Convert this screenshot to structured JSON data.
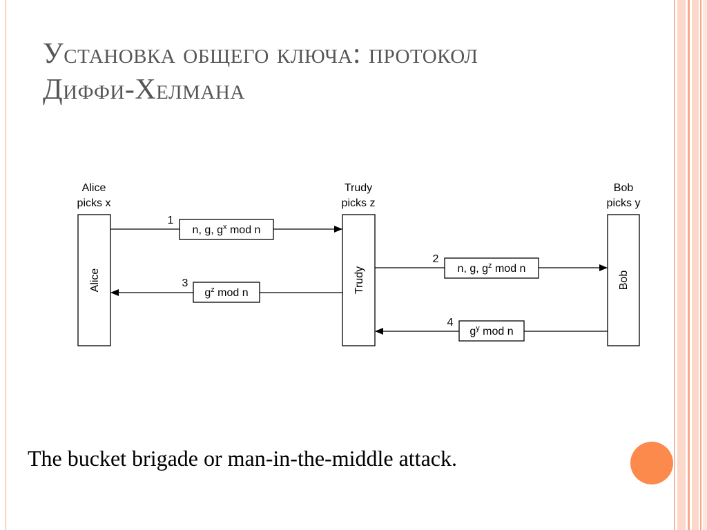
{
  "title": {
    "line1": "Установка общего ключа: протокол",
    "line2": "Диффи-Хелмана"
  },
  "caption": "The bucket brigade or man-in-the-middle attack.",
  "colors": {
    "accent": "#fb8a4c",
    "border": "#f2a58a",
    "title": "#555555"
  },
  "diagram": {
    "alice": {
      "header1": "Alice",
      "header2": "picks x",
      "box": "Alice"
    },
    "trudy": {
      "header1": "Trudy",
      "header2": "picks z",
      "box": "Trudy"
    },
    "bob": {
      "header1": "Bob",
      "header2": "picks y",
      "box": "Bob"
    },
    "messages": [
      {
        "num": "1",
        "pre": "n, g, g",
        "sup": "x",
        "post": " mod n"
      },
      {
        "num": "2",
        "pre": "n, g, g",
        "sup": "z",
        "post": " mod n"
      },
      {
        "num": "3",
        "pre": "g",
        "sup": "z",
        "post": " mod n"
      },
      {
        "num": "4",
        "pre": "g",
        "sup": "y",
        "post": " mod n"
      }
    ]
  }
}
